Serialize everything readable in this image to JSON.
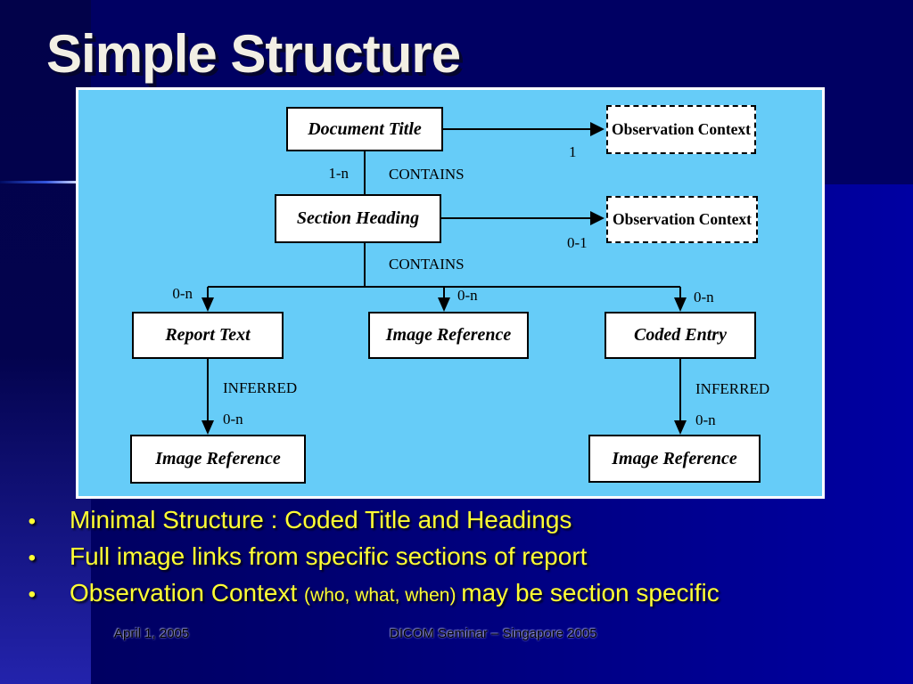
{
  "slide": {
    "title": "Simple Structure",
    "bullet_glyph": "•",
    "bullets": [
      {
        "lead": "Minimal Structure : Coded Title and Headings",
        "small": "",
        "tail": ""
      },
      {
        "lead": "Full image links from specific sections of report",
        "small": "",
        "tail": ""
      },
      {
        "lead": "Observation Context ",
        "small": "(who, what, when) ",
        "tail": " may be section specific"
      }
    ],
    "footer": {
      "date": "April 1, 2005",
      "event": "DICOM Seminar – Singapore 2005"
    }
  },
  "diagram": {
    "nodes": {
      "document_title": "Document Title",
      "observation_context_top": "Observation Context",
      "section_heading": "Section Heading",
      "observation_context_mid": "Observation Context",
      "report_text": "Report Text",
      "image_reference_mid": "Image Reference",
      "coded_entry": "Coded Entry",
      "image_reference_bottom_left": "Image Reference",
      "image_reference_bottom_right": "Image Reference"
    },
    "labels": {
      "contains_top": "CONTAINS",
      "contains_bottom": "CONTAINS",
      "inferred_left": "INFERRED",
      "inferred_right": "INFERRED",
      "one": "1",
      "one_n": "1-n",
      "zero_one": "0-1",
      "zero_n_left": "0-n",
      "zero_n_mid": "0-n",
      "zero_n_right": "0-n",
      "zero_n_inferred_left": "0-n",
      "zero_n_inferred_right": "0-n"
    },
    "colors": {
      "panel_background": "#66ccf8",
      "panel_border": "#ffffff",
      "node_background": "#ffffff",
      "node_border": "#000000",
      "connector": "#000000"
    }
  },
  "theme": {
    "background_dark": "#02024e",
    "background_light": "#0000a2",
    "accent_line": "#3355dd",
    "title_color": "#f2efe4",
    "bullet_text_color": "#ffff33",
    "footer_text_color": "#000000"
  }
}
